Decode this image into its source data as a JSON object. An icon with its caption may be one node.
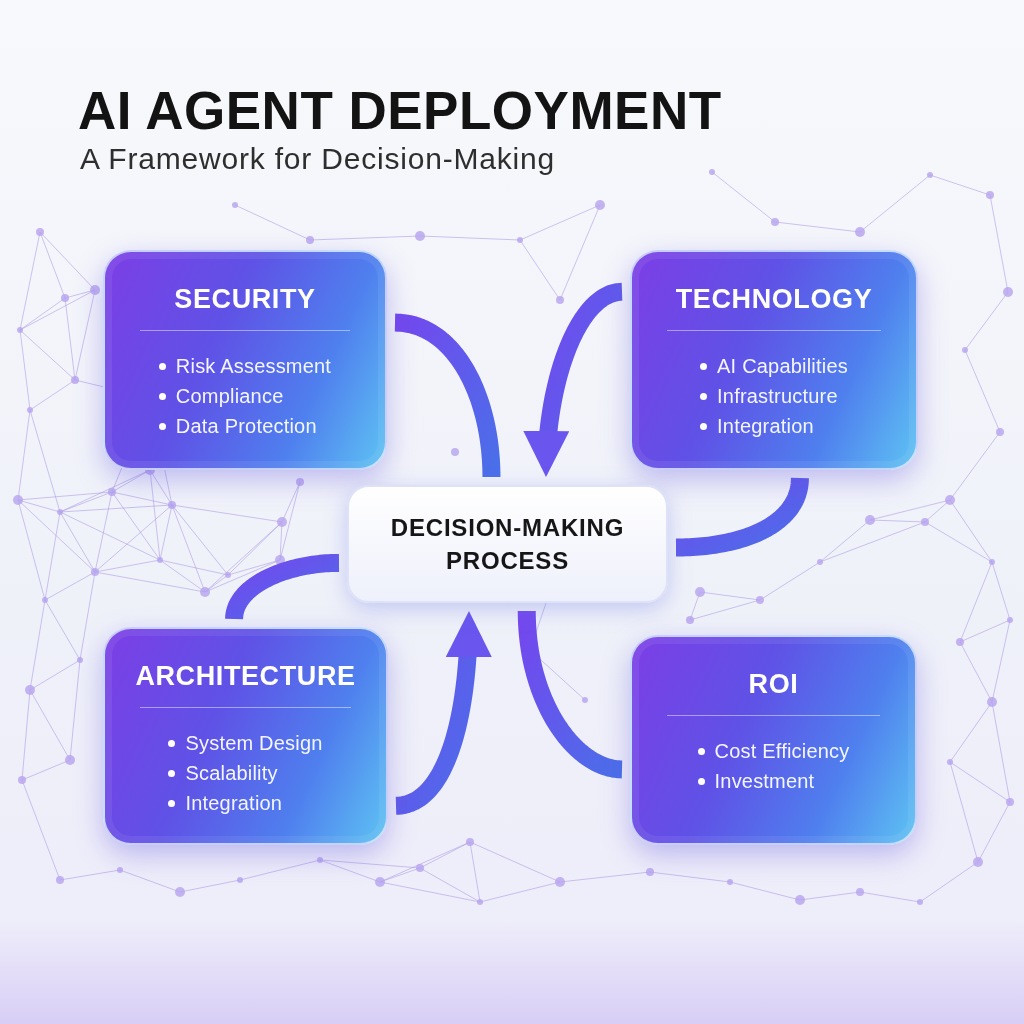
{
  "diagram": {
    "title": "AI AGENT DEPLOYMENT",
    "nodes": [
      {
        "text": [
          "SECURITY",
          "Risk Assessment",
          "Compliance",
          "Data Protection"
        ]
      },
      {
        "text": [
          "TECHNOLOGY",
          "AI Capabilities",
          "Infrastructure",
          "Integration"
        ]
      },
      {
        "text": [
          "DECISION-MAKING PROCESS"
        ]
      },
      {
        "text": [
          "ARCHITECTURE",
          "System Design",
          "Scalability",
          "Integration"
        ]
      },
      {
        "text": [
          "ROI",
          "Cost Efficiency",
          "Investment"
        ]
      }
    ],
    "edges": [
      {
        "from": 0,
        "to": 2,
        "arrow": "none"
      },
      {
        "from": 1,
        "to": 2,
        "arrow": "to"
      },
      {
        "from": 2,
        "to": 1,
        "arrow": "none"
      },
      {
        "from": 2,
        "to": 3,
        "arrow": "none"
      },
      {
        "from": 3,
        "to": 2,
        "arrow": "to"
      },
      {
        "from": 2,
        "to": 4,
        "arrow": "none"
      }
    ],
    "labels": [
      "A Framework for Decision-Making"
    ]
  }
}
